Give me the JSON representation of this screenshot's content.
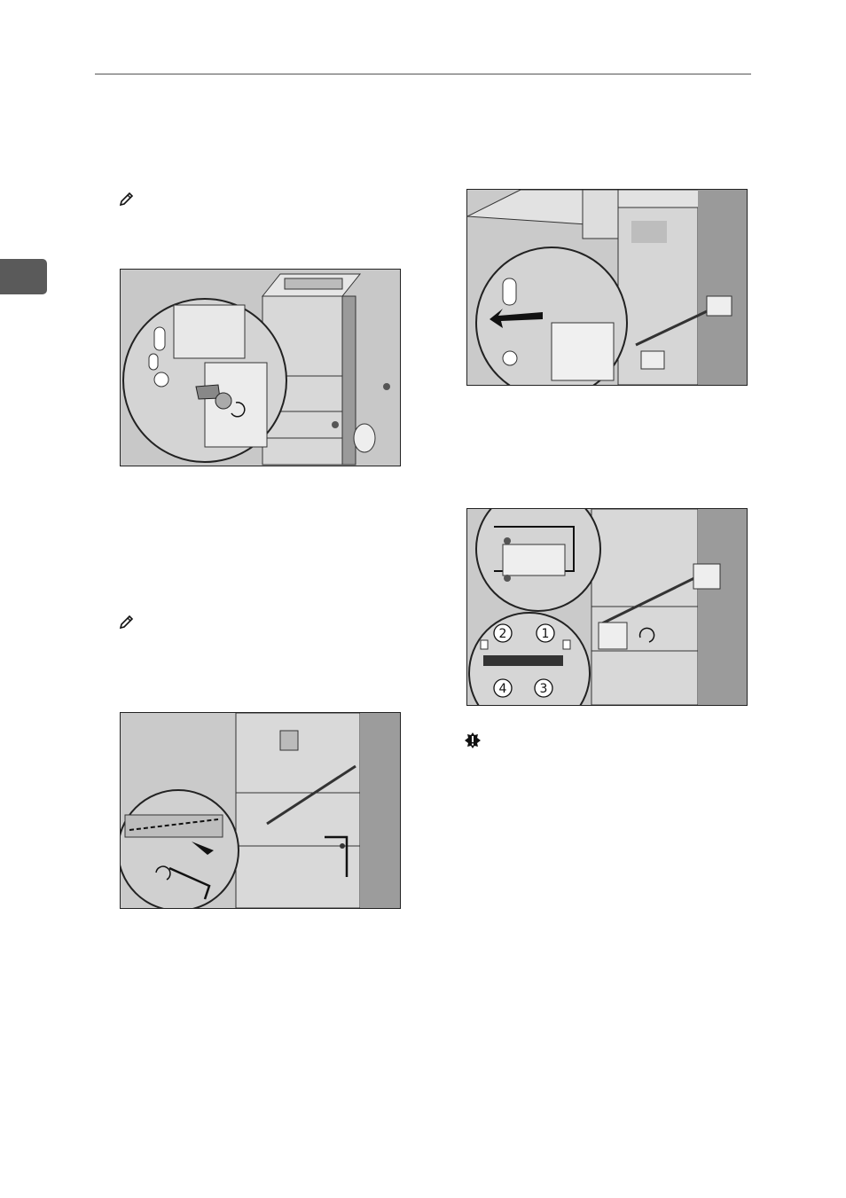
{
  "figure4": {
    "callouts": [
      "2",
      "1",
      "4",
      "3"
    ]
  },
  "icons": {
    "note": "note-pencil-icon",
    "important": "important-exclamation-icon"
  },
  "colors": {
    "tab": "#5a5a5a",
    "figure_background": "#c9c9c9"
  }
}
